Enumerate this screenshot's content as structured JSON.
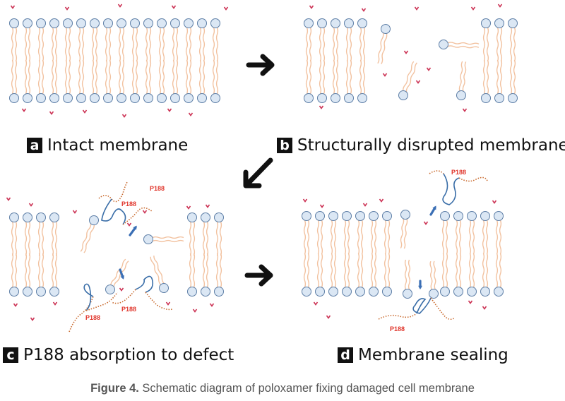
{
  "panels": {
    "a": {
      "letter": "a",
      "label": "Intact membrane"
    },
    "b": {
      "letter": "b",
      "label": "Structurally disrupted membrane"
    },
    "c": {
      "letter": "c",
      "label": "P188 absorption to defect"
    },
    "d": {
      "letter": "d",
      "label": "Membrane sealing"
    }
  },
  "p188_label": "P188",
  "caption": {
    "prefix": "Figure 4.",
    "text": " Schematic diagram of poloxamer fixing damaged cell membrane"
  },
  "colors": {
    "head_fill": "#dbe7f4",
    "head_stroke": "#5d7ea6",
    "tail": "#f2c2a0",
    "molecule": "#cc3355",
    "polymer_hydrophilic": "#c96a2e",
    "polymer_hydrophobic": "#3a6ea8",
    "arrow": "#111111",
    "blue_arrow": "#3b6fb5",
    "p188_text": "#e0352b"
  }
}
